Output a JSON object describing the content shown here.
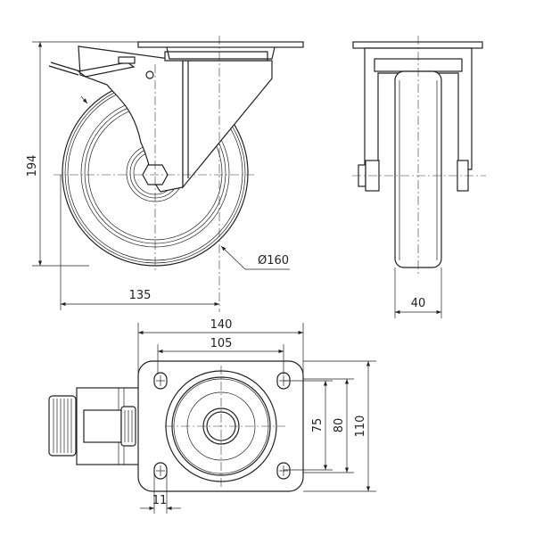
{
  "dimensions": {
    "height": "194",
    "wheel_diameter": "Ø160",
    "offset": "135",
    "wheel_width": "40",
    "plate_width": "140",
    "hole_spacing_x": "105",
    "hole_spacing_y_inner": "75",
    "hole_spacing_y_outer": "80",
    "plate_depth": "110",
    "hole_diameter": "11"
  }
}
